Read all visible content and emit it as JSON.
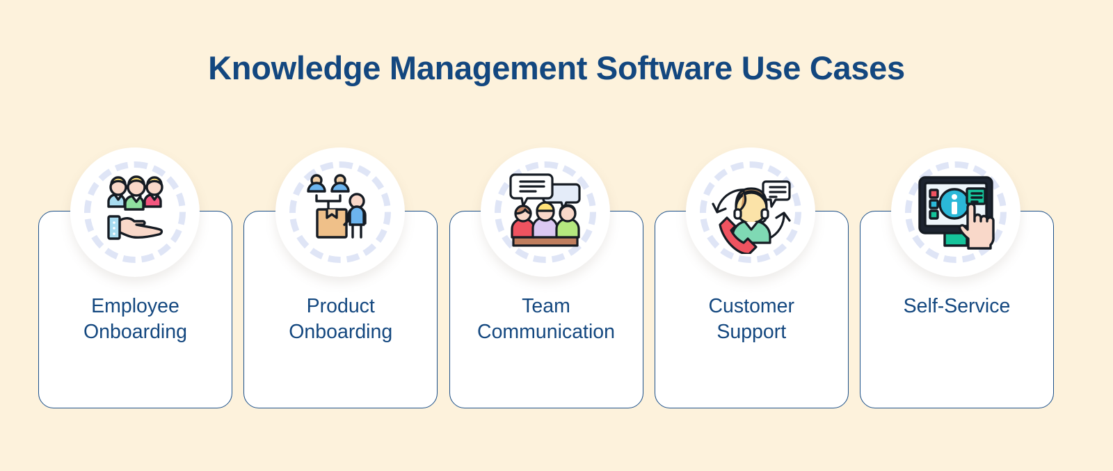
{
  "page": {
    "title": "Knowledge Management Software Use Cases",
    "background_color": "#fdf2dc",
    "title_color": "#13477f",
    "card_border_color": "#1b4f89",
    "card_fill_color": "#ffffff",
    "badge_ring_color": "#dfe5f6"
  },
  "cards": [
    {
      "label": "Employee\nOnboarding",
      "icon_name": "employee-onboarding-icon",
      "icon_description": "Three people in blue, green and pink shirts above an open welcoming hand",
      "icon_colors": [
        "#a8dcf0",
        "#8fe0a0",
        "#f4567f",
        "#f9d8c9",
        "#ffe178",
        "#2aa7dd"
      ]
    },
    {
      "label": "Product\nOnboarding",
      "icon_name": "product-onboarding-icon",
      "icon_description": "Two user avatars linked by a bracket to a cardboard box with a person standing beside it",
      "icon_colors": [
        "#6cb4ee",
        "#f2d0a8",
        "#efc089",
        "#f9d8c9"
      ]
    },
    {
      "label": "Team\nCommunication",
      "icon_name": "team-communication-icon",
      "icon_description": "Three colleagues at a table with two chat bubbles above them",
      "icon_colors": [
        "#ef5360",
        "#dbc8f2",
        "#b5e87f",
        "#eaf0fb",
        "#c98b6b"
      ]
    },
    {
      "label": "Customer\nSupport",
      "icon_name": "customer-support-icon",
      "icon_description": "Support agent wearing a headset with a red phone handset, chat bubble and circular arrows",
      "icon_colors": [
        "#ef5360",
        "#7fd9b4",
        "#fbe3a8",
        "#cf9a63"
      ]
    },
    {
      "label": "Self-Service",
      "icon_name": "self-service-icon",
      "icon_description": "Monitor screen showing an information icon and text panel with a hand pointing at it",
      "icon_colors": [
        "#15c39a",
        "#2bb8d8",
        "#ef5360",
        "#f9d8c9",
        "#1d2430"
      ]
    }
  ]
}
